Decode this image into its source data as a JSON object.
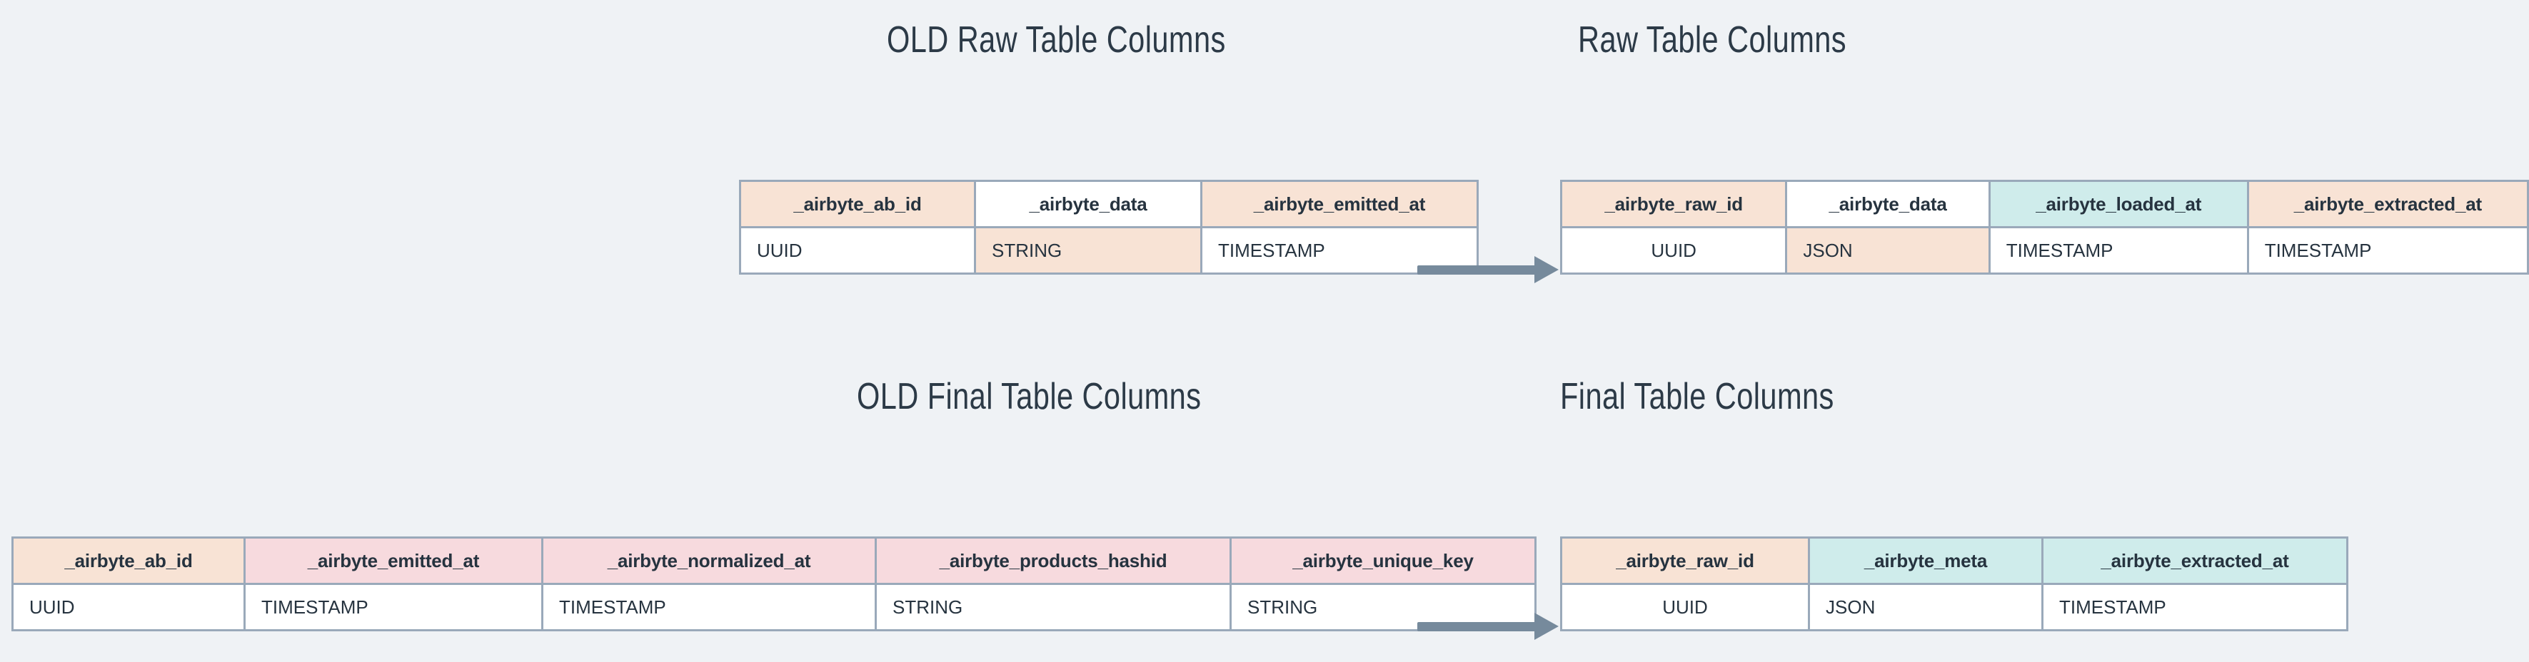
{
  "page": {
    "background_color": "#eff2f5",
    "title_color": "#2c3a47",
    "border_color": "#9aa9ba",
    "arrow_color": "#768a9c",
    "accent_peach": "#f8e3d5",
    "accent_pink": "#f7dade",
    "accent_mint": "#cfeceb"
  },
  "titles": {
    "old_raw": "OLD Raw Table Columns",
    "new_raw": "Raw Table Columns",
    "old_final": "OLD Final Table Columns",
    "new_final": "Final Table Columns"
  },
  "tables": {
    "old_raw": {
      "name": "OLD Raw Table Columns",
      "columns": [
        "_airbyte_ab_id",
        "_airbyte_data",
        "_airbyte_emitted_at"
      ],
      "types": [
        "UUID",
        "STRING",
        "TIMESTAMP"
      ],
      "header_fills": [
        "peach",
        "white",
        "peach"
      ],
      "type_fills": [
        "white",
        "peach",
        "white"
      ]
    },
    "new_raw": {
      "name": "Raw Table Columns",
      "columns": [
        "_airbyte_raw_id",
        "_airbyte_data",
        "_airbyte_loaded_at",
        "_airbyte_extracted_at"
      ],
      "types": [
        "UUID",
        "JSON",
        "TIMESTAMP",
        "TIMESTAMP"
      ],
      "header_fills": [
        "peach",
        "white",
        "mint",
        "peach"
      ],
      "type_fills": [
        "white",
        "peach",
        "white",
        "white"
      ]
    },
    "old_final": {
      "name": "OLD Final Table Columns",
      "columns": [
        "_airbyte_ab_id",
        "_airbyte_emitted_at",
        "_airbyte_normalized_at",
        "_airbyte_products_hashid",
        "_airbyte_unique_key"
      ],
      "types": [
        "UUID",
        "TIMESTAMP",
        "TIMESTAMP",
        "STRING",
        "STRING"
      ],
      "header_fills": [
        "peach",
        "pink",
        "pink",
        "pink",
        "pink"
      ],
      "type_fills": [
        "white",
        "white",
        "white",
        "white",
        "white"
      ]
    },
    "new_final": {
      "name": "Final Table Columns",
      "columns": [
        "_airbyte_raw_id",
        "_airbyte_meta",
        "_airbyte_extracted_at"
      ],
      "types": [
        "UUID",
        "JSON",
        "TIMESTAMP"
      ],
      "header_fills": [
        "peach",
        "mint",
        "mint"
      ],
      "type_fills": [
        "white",
        "white",
        "white"
      ]
    }
  },
  "arrows": {
    "raw": "arrow-right",
    "final": "arrow-right"
  }
}
